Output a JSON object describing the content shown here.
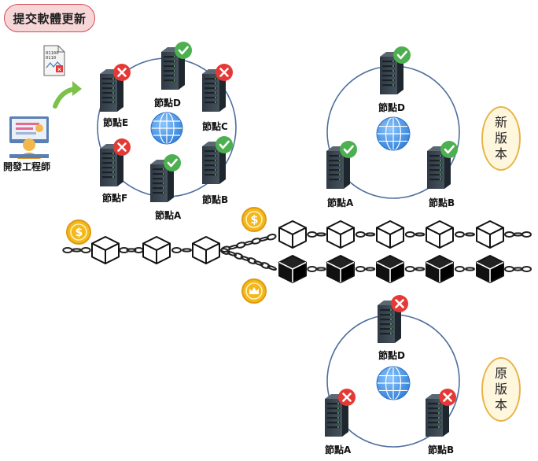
{
  "submit_update": "提交軟體更新",
  "developer_label": "開發工程師",
  "new_version": [
    "新",
    "版",
    "本"
  ],
  "old_version": [
    "原",
    "版",
    "本"
  ],
  "left_cluster": {
    "nodes": [
      {
        "label": "節點D",
        "status": "ok"
      },
      {
        "label": "節點E",
        "status": "fail"
      },
      {
        "label": "節點C",
        "status": "fail"
      },
      {
        "label": "節點F",
        "status": "fail"
      },
      {
        "label": "節點B",
        "status": "ok"
      },
      {
        "label": "節點A",
        "status": "ok"
      }
    ]
  },
  "new_cluster": {
    "nodes": [
      {
        "label": "節點D",
        "status": "ok"
      },
      {
        "label": "節點A",
        "status": "ok"
      },
      {
        "label": "節點B",
        "status": "ok"
      }
    ]
  },
  "old_cluster": {
    "nodes": [
      {
        "label": "節點D",
        "status": "fail"
      },
      {
        "label": "節點A",
        "status": "fail"
      },
      {
        "label": "節點B",
        "status": "fail"
      }
    ]
  },
  "file_icon_text": [
    "01100",
    "0110"
  ],
  "colors": {
    "ok": "#4caf50",
    "fail": "#e53935",
    "globe": "#3d8fe6",
    "circle": "#4e6f9c",
    "arrow": "#7cc14a",
    "coin": "#f5b81c"
  }
}
